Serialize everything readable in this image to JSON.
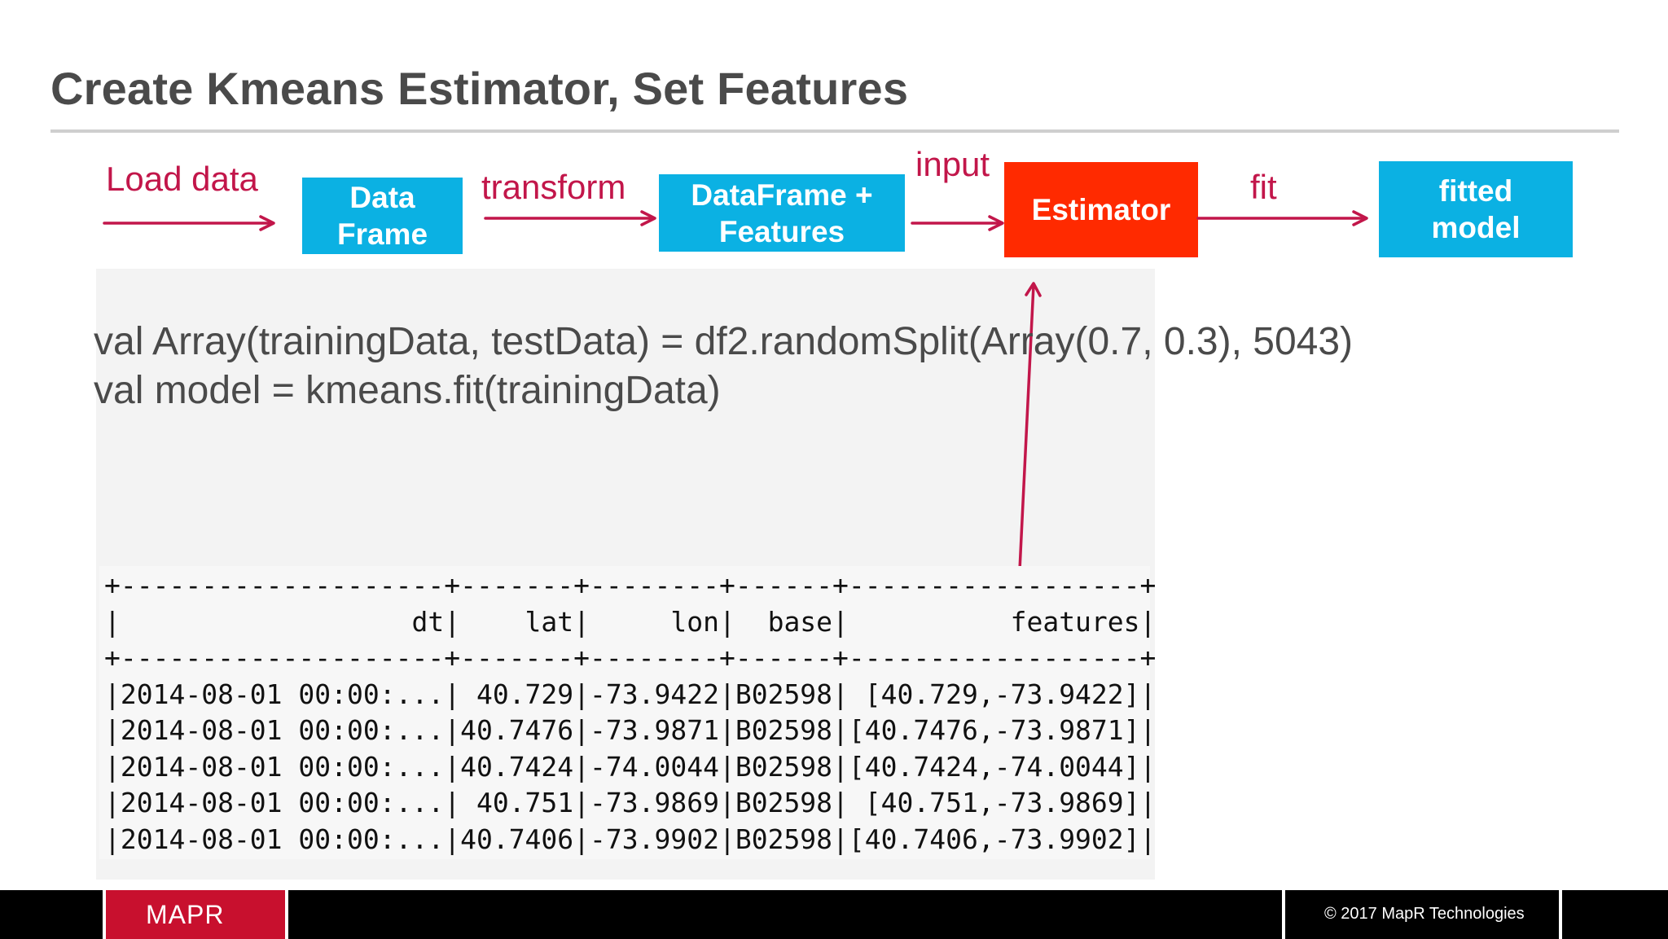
{
  "slide": {
    "title": "Create Kmeans Estimator, Set Features"
  },
  "flow": {
    "load_label": "Load data",
    "box_dataframe": "Data\nFrame",
    "transform_label": "transform",
    "box_features": "DataFrame +\nFeatures",
    "input_label": "input",
    "box_estimator": "Estimator",
    "fit_label": "fit",
    "box_model": "fitted\nmodel"
  },
  "code": {
    "line1": "val Array(trainingData, testData) = df2.randomSplit(Array(0.7, 0.3), 5043)",
    "line2": "val model = kmeans.fit(trainingData)"
  },
  "console": {
    "border": "+--------------------+-------+--------+------+------------------+",
    "header": "|                  dt|    lat|     lon|  base|          features|",
    "rows": [
      "|2014-08-01 00:00:...| 40.729|-73.9422|B02598| [40.729,-73.9422]|",
      "|2014-08-01 00:00:...|40.7476|-73.9871|B02598|[40.7476,-73.9871]|",
      "|2014-08-01 00:00:...|40.7424|-74.0044|B02598|[40.7424,-74.0044]|",
      "|2014-08-01 00:00:...| 40.751|-73.9869|B02598| [40.751,-73.9869]|",
      "|2014-08-01 00:00:...|40.7406|-73.9902|B02598|[40.7406,-73.9902]|"
    ]
  },
  "footer": {
    "logo_text": "MAPR",
    "copyright": "© 2017 MapR Technologies"
  },
  "colors": {
    "arrow": "#c2164a",
    "box_blue": "#0bb1e3",
    "box_red": "#ff2a00"
  }
}
